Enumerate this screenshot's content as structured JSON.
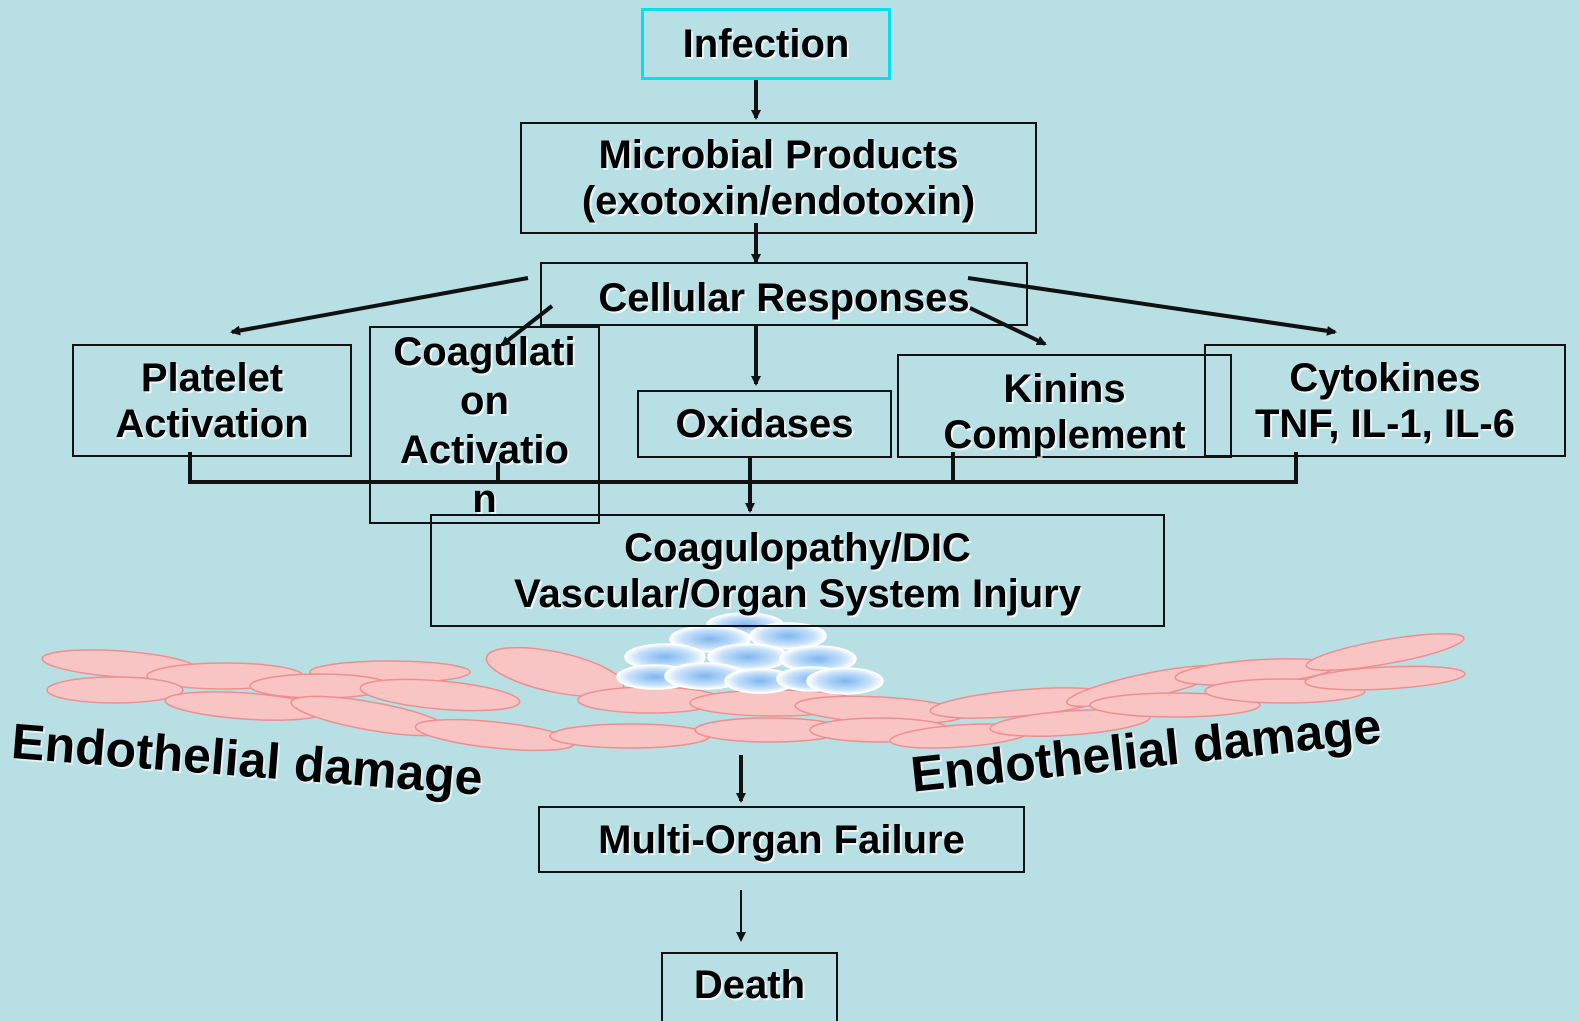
{
  "nodes": {
    "infection": "Infection",
    "microbial": "Microbial Products\n(exotoxin/endotoxin)",
    "cellular": "Cellular Responses",
    "platelet": "Platelet\nActivation",
    "coagulation": "Coagulati\non\nActivatio\nn",
    "oxidases": "Oxidases",
    "kinins": "Kinins\nComplement",
    "cytokines": "Cytokines\nTNF, IL-1, IL-6",
    "coagulopathy": "Coagulopathy/DIC\nVascular/Organ System Injury",
    "mof": "Multi-Organ Failure",
    "death": "Death"
  },
  "labels": {
    "damage_left": "Endothelial damage",
    "damage_right": "Endothelial damage"
  },
  "colors": {
    "background": "#b8dfe3",
    "infection_border": "#00e0f0",
    "endothelial_cell": "#f9c4c4",
    "blood_cell": "#bcdcf8"
  }
}
